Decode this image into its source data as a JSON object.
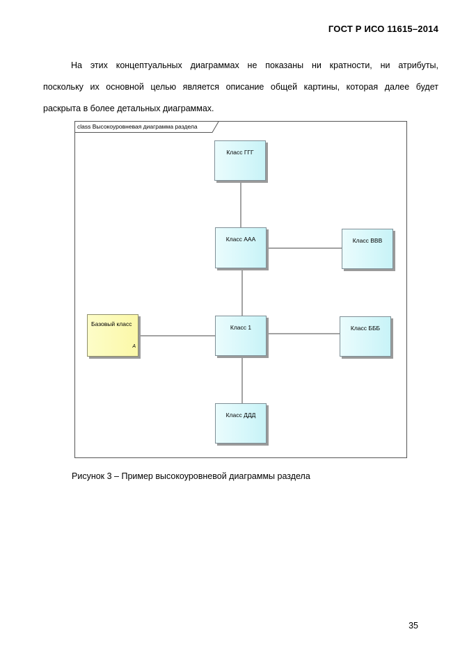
{
  "header": {
    "doc_code": "ГОСТ Р ИСО 11615–2014"
  },
  "paragraph": {
    "line1": "На этих концептуальных диаграммах не показаны ни кратности, ни атрибуты,",
    "line2": "поскольку их основной целью является описание общей картины, которая далее будет",
    "line3": "раскрыта в более детальных диаграммах."
  },
  "diagram": {
    "frame_label": "class Высокоуровневая диаграмма раздела",
    "classes": {
      "ggg": "Класс ГГГ",
      "aaa": "Класс ААА",
      "vvv": "Класс ВВВ",
      "base": "Базовый класс",
      "base_marker": "A",
      "cls1": "Класс 1",
      "bbb": "Класс БББ",
      "ddd": "Класс ДДД"
    }
  },
  "caption": "Рисунок 3 – Пример высокоуровневой диаграммы раздела",
  "page_number": "35"
}
